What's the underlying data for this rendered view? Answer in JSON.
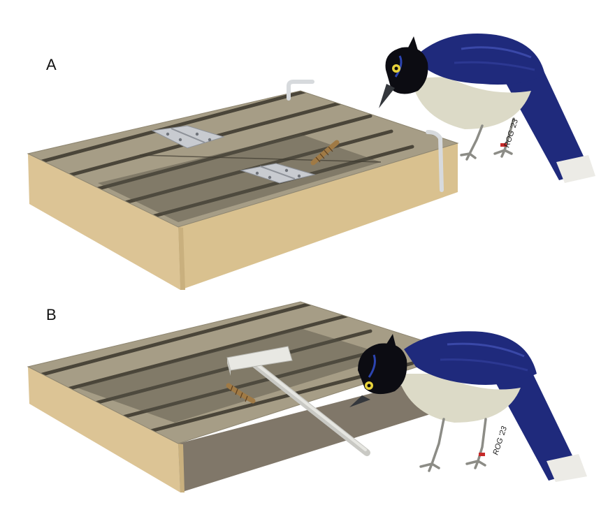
{
  "panels": {
    "a": {
      "label": "A",
      "band_text": "ROG '23"
    },
    "b": {
      "label": "B",
      "band_text": "ROG '23"
    }
  },
  "colors": {
    "wood": "#dcc495",
    "wood_dark": "#c9b07e",
    "glass": "#8a826f",
    "slat": "#4a4539",
    "bird_blue": "#1e2a7a",
    "bird_black": "#0c0c12",
    "bird_belly": "#dcdac7",
    "hinge": "#c8cbd0",
    "base_gray": "#7e7668"
  }
}
